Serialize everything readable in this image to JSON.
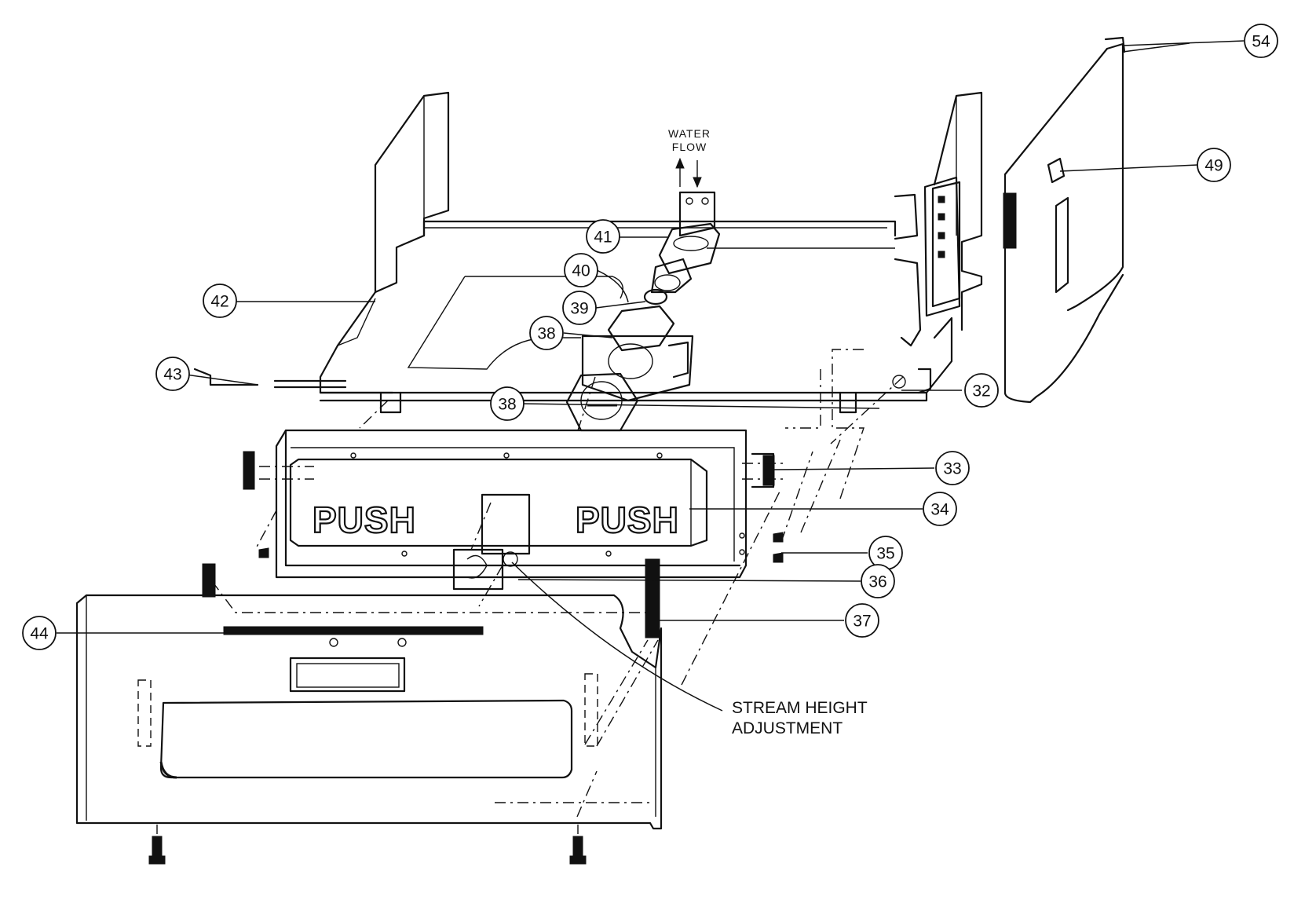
{
  "diagram": {
    "water_flow_line1": "WATER",
    "water_flow_line2": "FLOW",
    "push_left": "PUSH",
    "push_right": "PUSH",
    "stream_height_line1": "STREAM HEIGHT",
    "stream_height_line2": "ADJUSTMENT"
  },
  "callouts": {
    "c54": "54",
    "c49": "49",
    "c41": "41",
    "c40": "40",
    "c42": "42",
    "c39": "39",
    "c38a": "38",
    "c43": "43",
    "c38b": "38",
    "c32": "32",
    "c33": "33",
    "c34": "34",
    "c35": "35",
    "c36": "36",
    "c37": "37",
    "c44": "44"
  }
}
